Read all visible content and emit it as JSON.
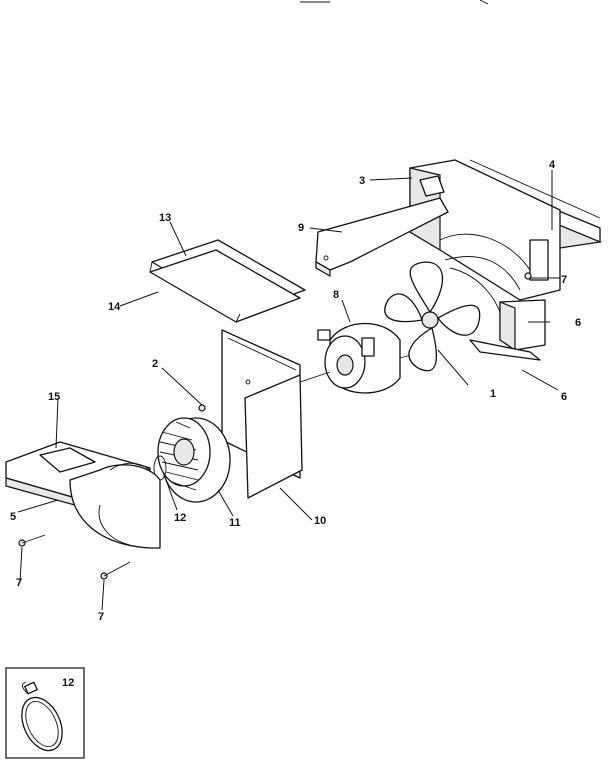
{
  "callouts": {
    "c1": "1",
    "c2": "2",
    "c3": "3",
    "c4": "4",
    "c5": "5",
    "c6a": "6",
    "c6b": "6",
    "c7a": "7",
    "c7b": "7",
    "c7c": "7",
    "c8": "8",
    "c9": "9",
    "c10": "10",
    "c11": "11",
    "c12": "12",
    "c13": "13",
    "c14": "14",
    "c15": "15"
  },
  "inset": {
    "label": "12"
  }
}
